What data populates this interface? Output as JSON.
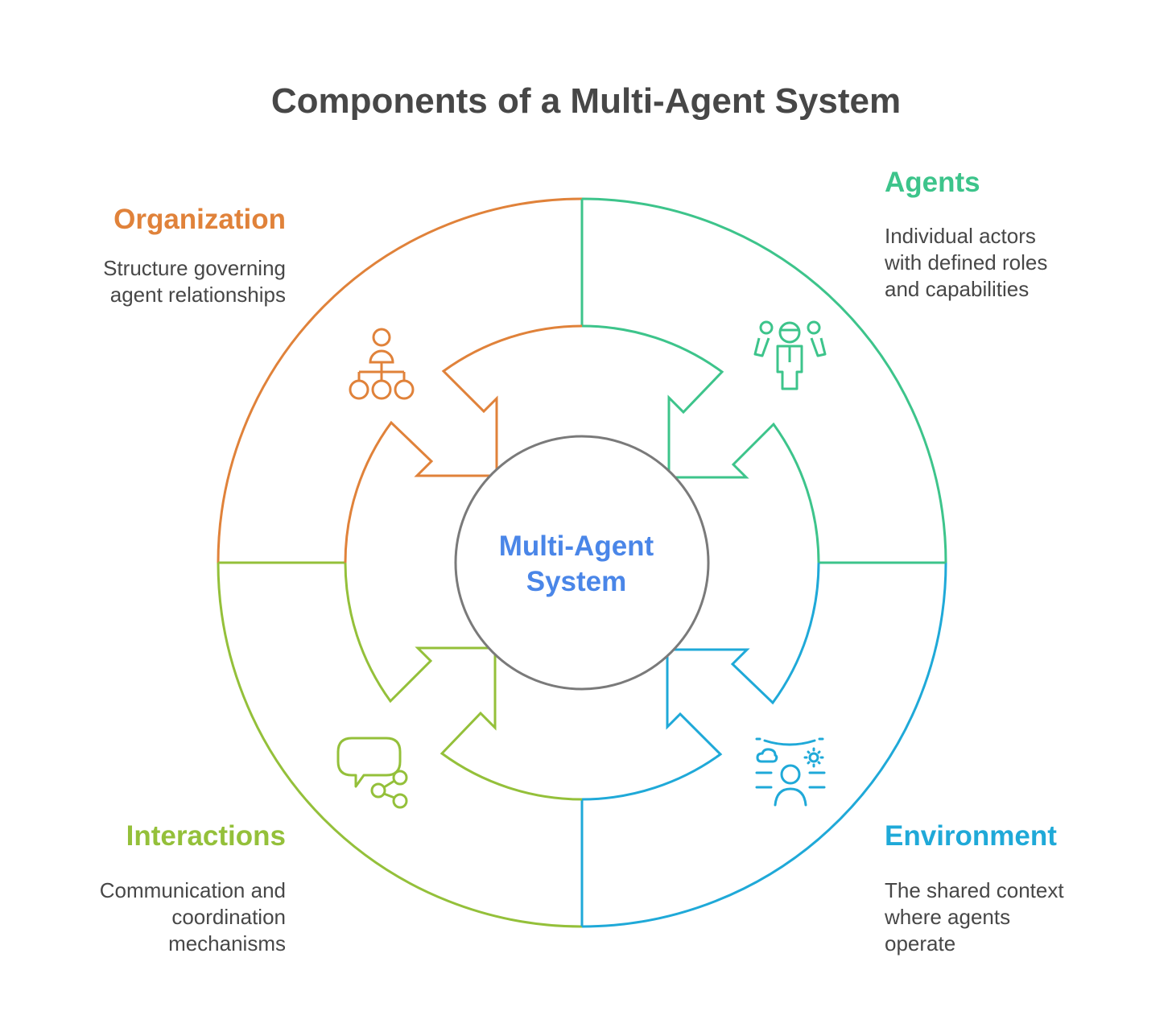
{
  "title": "Components of a Multi-Agent System",
  "center": {
    "line1": "Multi-Agent",
    "line2": "System"
  },
  "colors": {
    "organization": "#e0823a",
    "agents": "#3dc48b",
    "interactions": "#94c03a",
    "environment": "#1fa9d8",
    "center_text": "#4a86e8",
    "center_ring": "#7a7a7a",
    "body_text": "#474747"
  },
  "quadrants": {
    "organization": {
      "heading": "Organization",
      "desc": [
        "Structure governing",
        "agent relationships"
      ],
      "icon": "org-chart-icon"
    },
    "agents": {
      "heading": "Agents",
      "desc": [
        "Individual actors",
        "with defined roles",
        "and capabilities"
      ],
      "icon": "people-group-icon"
    },
    "interactions": {
      "heading": "Interactions",
      "desc": [
        "Communication and",
        "coordination",
        "mechanisms"
      ],
      "icon": "chat-share-icon"
    },
    "environment": {
      "heading": "Environment",
      "desc": [
        "The shared context",
        "where agents",
        "operate"
      ],
      "icon": "person-weather-icon"
    }
  }
}
